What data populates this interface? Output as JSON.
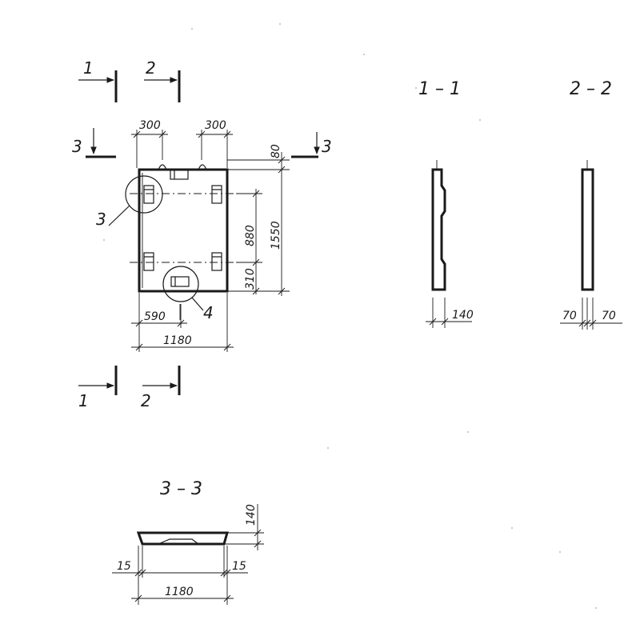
{
  "plan": {
    "cut_marks": {
      "top_1": "1",
      "top_2": "2",
      "bottom_1": "1",
      "bottom_2": "2",
      "left_3": "3",
      "right_3": "3"
    },
    "dimensions": {
      "top_left_300": "300",
      "top_right_300": "300",
      "side_80": "80",
      "side_1550": "1550",
      "side_880": "880",
      "side_310": "310",
      "bottom_590": "590",
      "bottom_1180": "1180"
    },
    "callouts": {
      "detail_3": "3",
      "detail_4": "4"
    }
  },
  "section_1_1": {
    "title": "1 – 1",
    "thickness": "140"
  },
  "section_2_2": {
    "title": "2 – 2",
    "left": "70",
    "right": "70"
  },
  "section_3_3": {
    "title": "3 – 3",
    "height": "140",
    "left_edge": "15",
    "right_edge": "15",
    "width": "1180"
  }
}
